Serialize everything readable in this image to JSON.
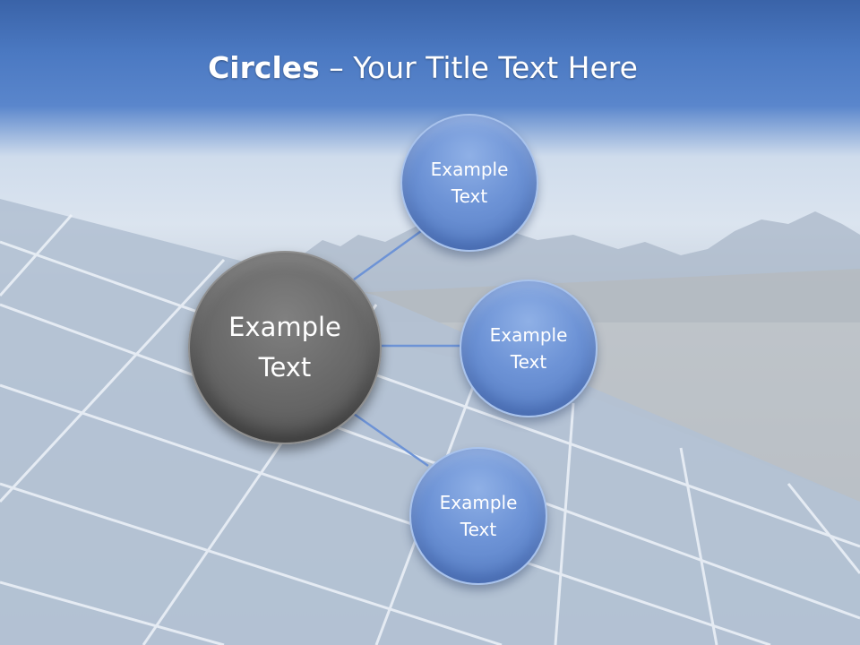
{
  "title": {
    "bold": "Circles",
    "rest": " – Your Title Text Here"
  },
  "center_node": {
    "label": "Example\nText",
    "color": "#666666"
  },
  "satellite_nodes": [
    {
      "label": "Example\nText",
      "color": "#6d93d6"
    },
    {
      "label": "Example\nText",
      "color": "#6d93d6"
    },
    {
      "label": "Example\nText",
      "color": "#6d93d6"
    }
  ],
  "connector_color": "#6d93d6"
}
